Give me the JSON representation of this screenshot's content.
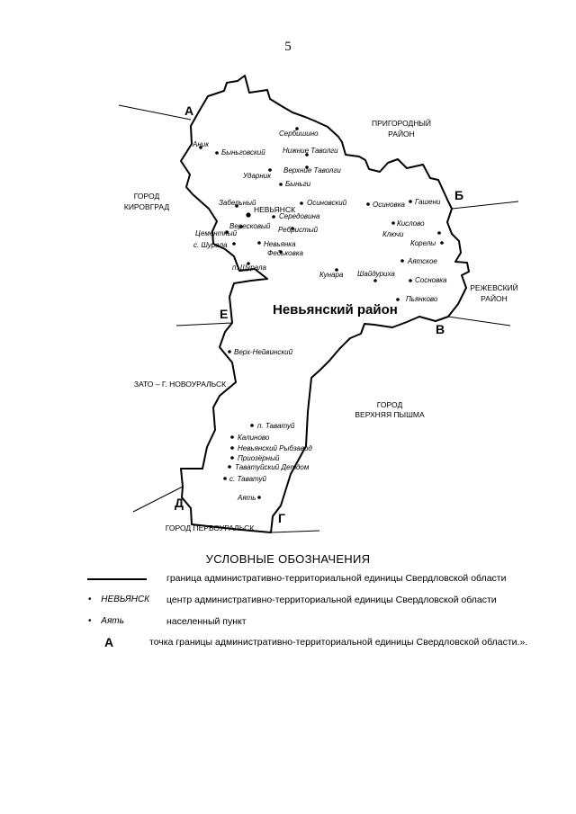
{
  "page_number": "5",
  "district_name": "Невьянский район",
  "center_label": "НЕВЬЯНСК",
  "boundary_points": [
    "А",
    "Б",
    "В",
    "Г",
    "Д",
    "Е"
  ],
  "neighbors": {
    "prigorodny_1": "ПРИГОРОДНЫЙ",
    "prigorodny_2": "РАЙОН",
    "kirovgrad_1": "ГОРОД",
    "kirovgrad_2": "КИРОВГРАД",
    "rezh_1": "РЕЖЕВСКИЙ",
    "rezh_2": "РАЙОН",
    "novouralsk": "ЗАТО – Г. НОВОУРАЛЬСК",
    "pyshma_1": "ГОРОД",
    "pyshma_2": "ВЕРХНЯЯ ПЫШМА",
    "pervouralsk": "ГОРОД ПЕРВОУРАЛЬСК"
  },
  "settlements": [
    "Сербишино",
    "Аник",
    "Быньговский",
    "Нижние Таволги",
    "Верхние Таволги",
    "Ударник",
    "Быньги",
    "Забельный",
    "Осиновский",
    "Осиновка",
    "Гашени",
    "Середовина",
    "Вересковый",
    "Ребристый",
    "Цементный",
    "Ключи",
    "Кислово",
    "с. Шурала",
    "Невьянка",
    "Федьковка",
    "Корелы",
    "Аятское",
    "п. Шурала",
    "Кунара",
    "Шайдуриха",
    "Сосновка",
    "Пьянково",
    "Верх-Нейвинский",
    "п. Таватуй",
    "Калиново",
    "Невьянский Рыбзавод",
    "Приозёрный",
    "Таватуйский Детдом",
    "с. Таватуй",
    "Аять"
  ],
  "legend": {
    "title": "УСЛОВНЫЕ ОБОЗНАЧЕНИЯ",
    "boundary_desc": "граница административно-территориальной единицы Свердловской области",
    "center_sample": "НЕВЬЯНСК",
    "center_desc": "центр административно-территориальной единицы Свердловской области",
    "settlement_sample": "Аять",
    "settlement_desc": "населенный пункт",
    "point_sample": "А",
    "point_desc": "точка границы административно-территориальной единицы Свердловской области.»."
  }
}
